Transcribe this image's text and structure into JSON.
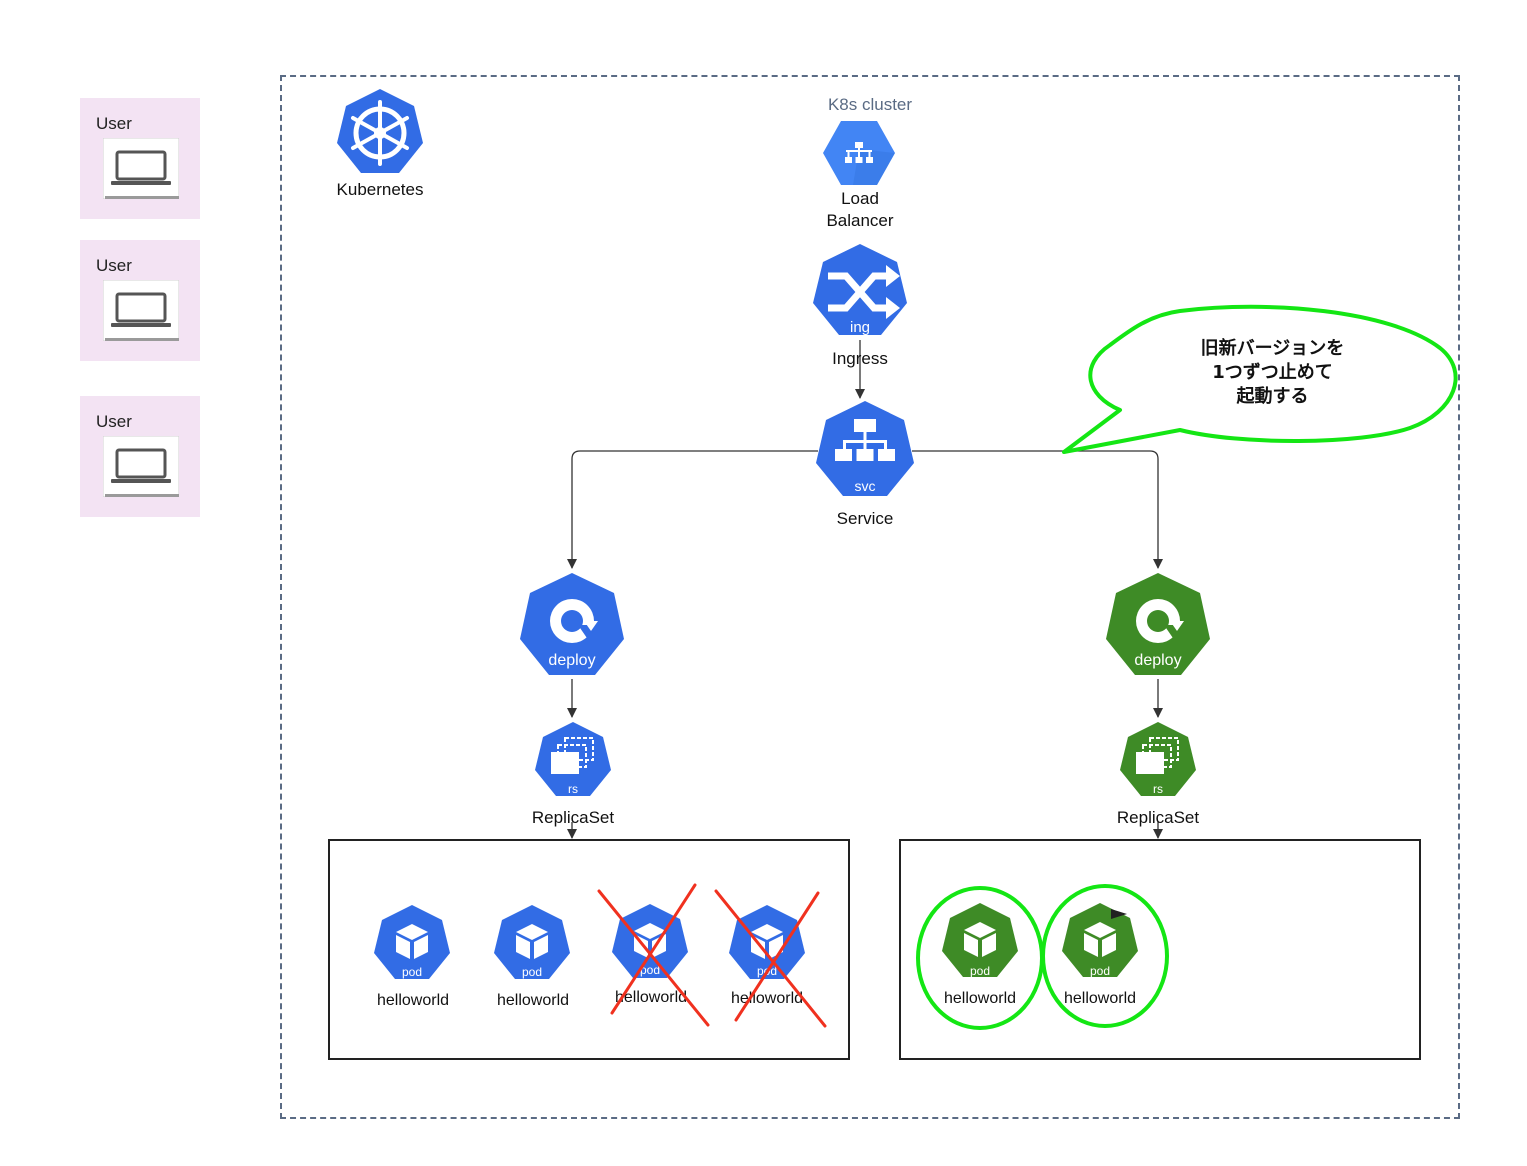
{
  "users": [
    {
      "label": "User"
    },
    {
      "label": "User"
    },
    {
      "label": "User"
    }
  ],
  "cluster": {
    "title": "K8s cluster"
  },
  "kubernetes": {
    "label": "Kubernetes"
  },
  "load_balancer": {
    "line1": "Load",
    "line2": "Balancer"
  },
  "ingress": {
    "badge": "ing",
    "label": "Ingress"
  },
  "service": {
    "badge": "svc",
    "label": "Service"
  },
  "callout": {
    "line1": "旧新バージョンを",
    "line2": "1つずつ止めて",
    "line3": "起動する"
  },
  "old": {
    "deploy_badge": "deploy",
    "rs_badge": "rs",
    "rs_label": "ReplicaSet",
    "pods": [
      {
        "badge": "pod",
        "label": "helloworld",
        "status": "running"
      },
      {
        "badge": "pod",
        "label": "helloworld",
        "status": "running"
      },
      {
        "badge": "pod",
        "label": "helloworld",
        "status": "stopped"
      },
      {
        "badge": "pod",
        "label": "helloworld",
        "status": "stopped"
      }
    ]
  },
  "new": {
    "deploy_badge": "deploy",
    "rs_badge": "rs",
    "rs_label": "ReplicaSet",
    "pods": [
      {
        "badge": "pod",
        "label": "helloworld",
        "status": "started"
      },
      {
        "badge": "pod",
        "label": "helloworld",
        "status": "started"
      }
    ]
  },
  "colors": {
    "k8s_blue": "#326ce5",
    "gcp_blue": "#4285f4",
    "new_green": "#3e8b26",
    "highlight_green": "#14e614",
    "cross_red": "#f0311f",
    "user_bg": "#f3e3f3",
    "cluster_border": "#5a6b84"
  }
}
